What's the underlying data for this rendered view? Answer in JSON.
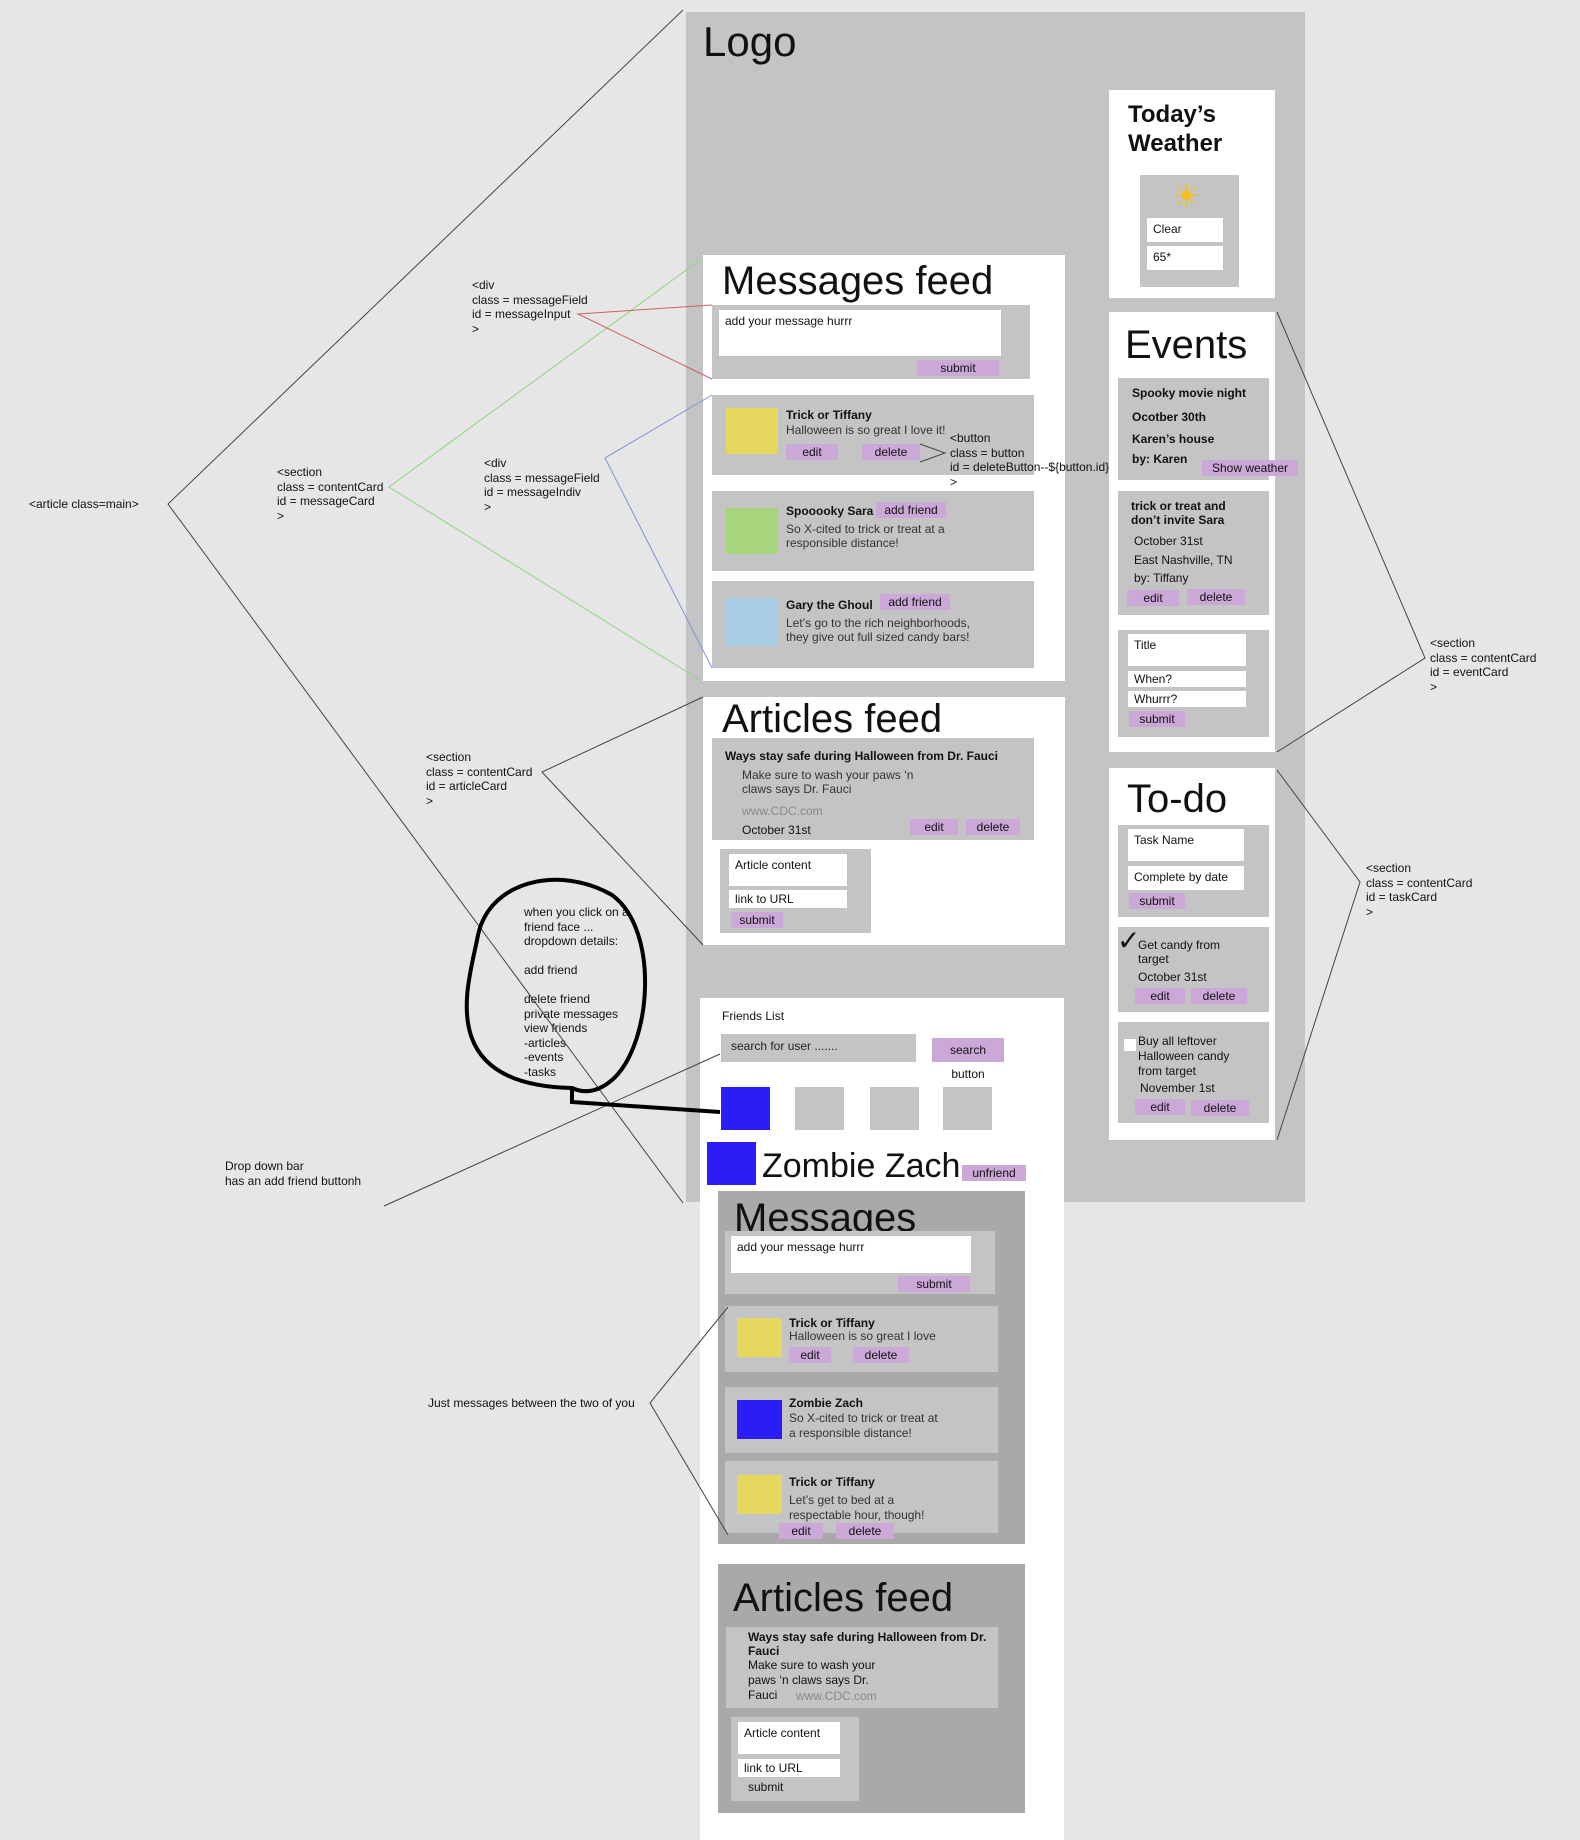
{
  "logo": "Logo",
  "weather": {
    "title_line1": "Today’s",
    "title_line2": "Weather",
    "condition": "Clear",
    "temp": "65*",
    "icon": "sun-icon"
  },
  "messages_feed": {
    "title": "Messages feed",
    "input_placeholder": "add your message hurrr",
    "submit": "submit",
    "messages": [
      {
        "name": "Trick or Tiffany",
        "text": "Halloween is so great I love it!",
        "edit": "edit",
        "delete": "delete",
        "avatar_color": "#e6d760"
      },
      {
        "name": "Spooooky Sara",
        "add_friend": "add friend",
        "text1": "So X-cited to trick or treat at a",
        "text2": "responsible distance!",
        "avatar_color": "#a6d57c"
      },
      {
        "name": "Gary the Ghoul",
        "add_friend": "add friend",
        "text1": "Let’s go to the rich neighborhoods,",
        "text2": "they give out full sized candy bars!",
        "avatar_color": "#a7cde5"
      }
    ]
  },
  "articles_feed": {
    "title": "Articles feed",
    "article": {
      "title": "Ways stay safe during Halloween from Dr. Fauci",
      "body1": "Make sure to wash your paws ‘n",
      "body2": "claws says Dr. Fauci",
      "url": "www.CDC.com",
      "date": "October 31st",
      "edit": "edit",
      "delete": "delete"
    },
    "form": {
      "content": "Article content",
      "url": "link to URL",
      "submit": "submit"
    }
  },
  "events": {
    "title": "Events",
    "event1": {
      "name": "Spooky movie night",
      "date": "Ocotber 30th",
      "place": "Karen’s house",
      "by": "by: Karen",
      "show_weather": "Show weather"
    },
    "event2": {
      "name1": "trick or treat and",
      "name2": "don’t invite Sara",
      "date": "October 31st",
      "place": "East Nashville, TN",
      "by": "by: Tiffany",
      "edit": "edit",
      "delete": "delete"
    },
    "form": {
      "title": "Title",
      "when": "When?",
      "where": "Whurrr?",
      "submit": "submit"
    }
  },
  "todo": {
    "title": "To-do",
    "form": {
      "task": "Task Name",
      "date": "Complete by date",
      "submit": "submit"
    },
    "task1": {
      "name1": "Get candy from",
      "name2": "target",
      "date": "October 31st",
      "edit": "edit",
      "delete": "delete"
    },
    "task2": {
      "name1": "Buy all leftover",
      "name2": "Halloween candy",
      "name3": "from target",
      "date": "November 1st",
      "edit": "edit",
      "delete": "delete"
    }
  },
  "friends": {
    "title": "Friends List",
    "search_placeholder": "search for user .......",
    "search_button": "search button",
    "selected_color": "#2b1ef5",
    "friend_name": "Zombie Zach",
    "unfriend": "unfriend"
  },
  "private_messages": {
    "title": "Messages",
    "input_placeholder": "add your message hurrr",
    "submit": "submit",
    "m1": {
      "name": "Trick or Tiffany",
      "text": "Halloween is so great I love",
      "edit": "edit",
      "delete": "delete"
    },
    "m2": {
      "name": "Zombie Zach",
      "text1": "So X-cited to trick or treat at",
      "text2": "a responsible distance!"
    },
    "m3": {
      "name": "Trick or Tiffany",
      "text1": "Let’s get to bed at a",
      "text2": "respectable hour, though!",
      "edit": "edit",
      "delete": "delete"
    }
  },
  "private_articles": {
    "title": "Articles feed",
    "article": {
      "title1": "Ways stay safe during Halloween from Dr.",
      "title2": "Fauci",
      "body1": "Make sure to wash your",
      "body2": "paws ‘n claws says Dr.",
      "body3": "Fauci",
      "url": "www.CDC.com"
    },
    "form": {
      "content": "Article content",
      "url": "link to URL",
      "submit": "submit"
    }
  },
  "annotations": {
    "article_main": "<article class=main>",
    "section_message": "<section\nclass = contentCard\nid = messageCard\n>",
    "div_field": "<div\nclass = messageField\nid = messageInput\n>",
    "div_indiv": "<div\nclass = messageField\nid = messageIndiv\n>",
    "button_note": "<button\nclass = button\nid = deleteButton--${button.id}\n>",
    "section_article": "<section\nclass = contentCard\nid = articleCard\n>",
    "section_event": "<section\nclass = contentCard\nid = eventCard\n>",
    "section_task": "<section\nclass = contentCard\nid = taskCard\n>",
    "friend_bubble": "when you click on a\nfriend face ...\ndropdown details:\n\nadd friend\n\ndelete friend\nprivate messages\nview friends\n-articles\n-events\n-tasks",
    "dropdown_note": "Drop down bar\nhas an add friend buttonh",
    "just_messages": "Just messages between the two of you"
  }
}
